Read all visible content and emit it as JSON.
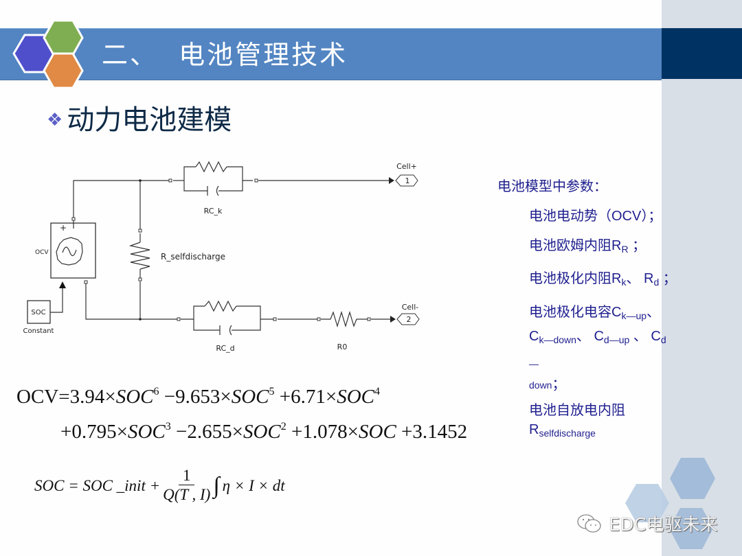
{
  "slide": {
    "title": "二、  电池管理技术",
    "subtitle_bullet": "❖",
    "subtitle": "动力电池建模",
    "colors": {
      "banner": "#5385c2",
      "banner_dark": "#003263",
      "sidebar": "#d8dfe7",
      "hex_blue": "#4f4fcc",
      "hex_green": "#7fae52",
      "hex_orange": "#e08a45",
      "param_text": "#1f1f8f"
    }
  },
  "diagram": {
    "blocks": {
      "ocv_label": "OCV",
      "ocv_plus": "+",
      "constant_value": "SOC",
      "constant_label": "Constant",
      "rc_k": "RC_k",
      "rc_d": "RC_d",
      "r_selfdischarge": "R_selfdischarge",
      "r0": "R0",
      "port1_label": "Cell+",
      "port1_num": "1",
      "port2_label": "Cell-",
      "port2_num": "2"
    }
  },
  "parameters": {
    "heading": "电池模型中参数：",
    "items": [
      {
        "text": "电池电动势（OCV）；"
      },
      {
        "text": "电池欧姆内阻R",
        "sub": "R",
        "suffix": " ；"
      },
      {
        "text": "电池极化内阻R",
        "sub": "k",
        "mid": "、 R",
        "sub2": "d",
        "suffix": " ；"
      },
      {
        "text": "电池极化电容C",
        "sub": "k—up",
        "line2a": "C",
        "sub2": "k—down",
        "line2b": "、 C",
        "sub3": "d—up",
        "line2c": " 、 C",
        "sub4": "d—",
        "line3": "down",
        "line3_suffix": "；"
      },
      {
        "text": "电池自放电内阻",
        "line2": "R",
        "sub": "selfdischarge"
      }
    ]
  },
  "equations": {
    "ocv_line1": {
      "lhs": "OCV=3.94×",
      "t1_var": "SOC",
      "t1_exp": "6",
      "t2": " −9.653×",
      "t2_var": "SOC",
      "t2_exp": "5",
      "t3": " +6.71×",
      "t3_var": "SOC",
      "t3_exp": "4"
    },
    "ocv_line2": {
      "t4": "+0.795×",
      "t4_var": "SOC",
      "t4_exp": "3",
      "t5": " −2.655×",
      "t5_var": "SOC",
      "t5_exp": "2",
      "t6": " +1.078×",
      "t6_var": "SOC",
      "t7": " +3.1452"
    },
    "soc": {
      "lhs": "SOC = SOC _init +",
      "numerator": "1",
      "denominator": "Q(T , I)",
      "integral": "∫",
      "integrand": "η × I × dt"
    }
  },
  "watermark": {
    "icon": "wechat-icon",
    "text": "EDC电驱未来"
  }
}
